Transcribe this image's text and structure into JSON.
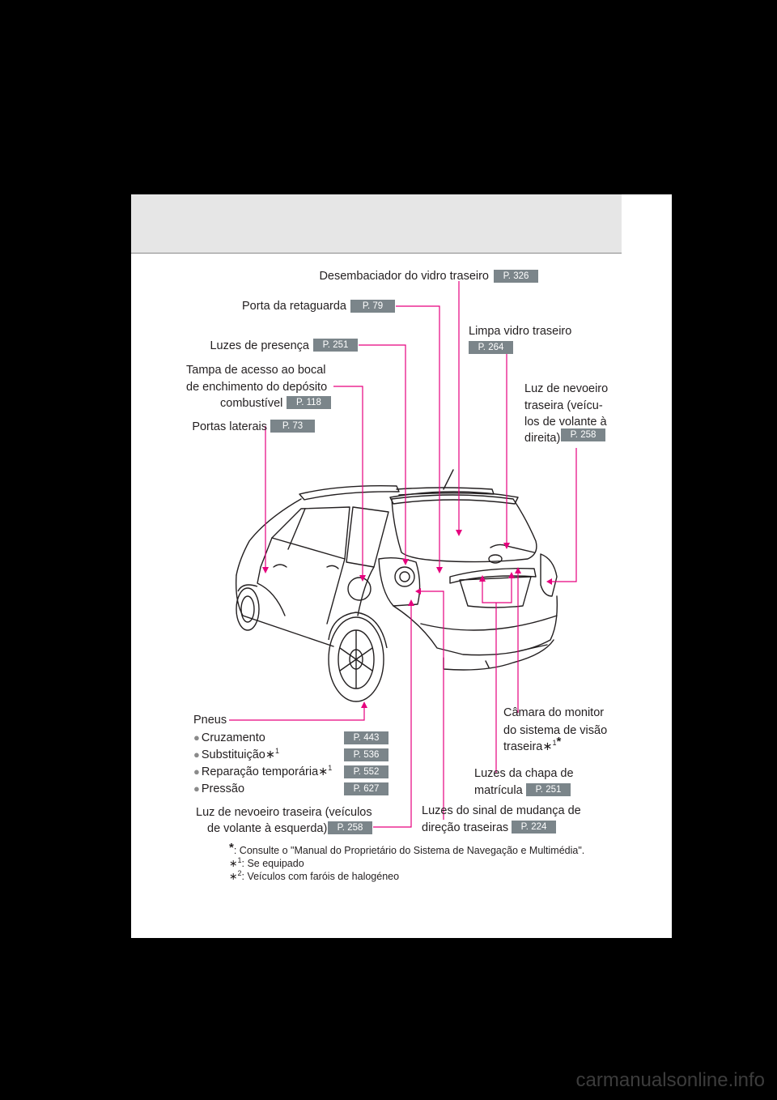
{
  "labels": {
    "rear_defogger": "Desembaciador do vidro traseiro",
    "back_door": "Porta da retaguarda",
    "tail_lights": "Luzes de presença",
    "fuel_line1": "Tampa de acesso ao bocal",
    "fuel_line2": "de enchimento do depósito",
    "fuel_line3": "combustível",
    "side_doors": "Portas laterais",
    "rear_wiper": "Limpa vidro traseiro",
    "fog_rhd_line1": "Luz de nevoeiro",
    "fog_rhd_line2": "traseira (veícu-",
    "fog_rhd_line3": "los de volante à",
    "fog_rhd_line4": "direita)",
    "tires": "Pneus",
    "tire_rotation": "Cruzamento",
    "tire_replacement": "Substituição",
    "tire_repair": "Reparação temporária",
    "tire_pressure": "Pressão",
    "fog_lhd_line1": "Luz de nevoeiro traseira (veículos",
    "fog_lhd_line2": "de volante à esquerda)",
    "turn_line1": "Luzes do sinal de mudança de",
    "turn_line2": "direção traseiras",
    "camera_line1": "Câmara do monitor",
    "camera_line2": "do sistema de visão",
    "camera_line3": "traseira",
    "plate_line1": "Luzes da chapa de",
    "plate_line2": "matrícula"
  },
  "markers": {
    "asterisk": "*",
    "note1": "1",
    "note2": "2",
    "snow": "∗"
  },
  "pages": {
    "rear_defogger": "P. 326",
    "back_door": "P. 79",
    "tail_lights": "P. 251",
    "fuel": "P. 118",
    "side_doors": "P. 73",
    "rear_wiper": "P. 264",
    "fog_rhd": "P. 258",
    "tire_rotation": "P. 443",
    "tire_replacement": "P. 536",
    "tire_repair": "P. 552",
    "tire_pressure": "P. 627",
    "fog_lhd": "P. 258",
    "turn": "P. 224",
    "plate": "P. 251"
  },
  "footnotes": {
    "star_note": ": Consulte o \"Manual do Proprietário do Sistema de Navegação e Multimédia\".",
    "note1": ": Se equipado",
    "note2": ": Veículos com faróis de halogéneo"
  },
  "watermark": "carmanualsonline.info",
  "colors": {
    "leader": "#e6007e",
    "badge": "#7b858a",
    "header_band": "#e6e6e6"
  }
}
